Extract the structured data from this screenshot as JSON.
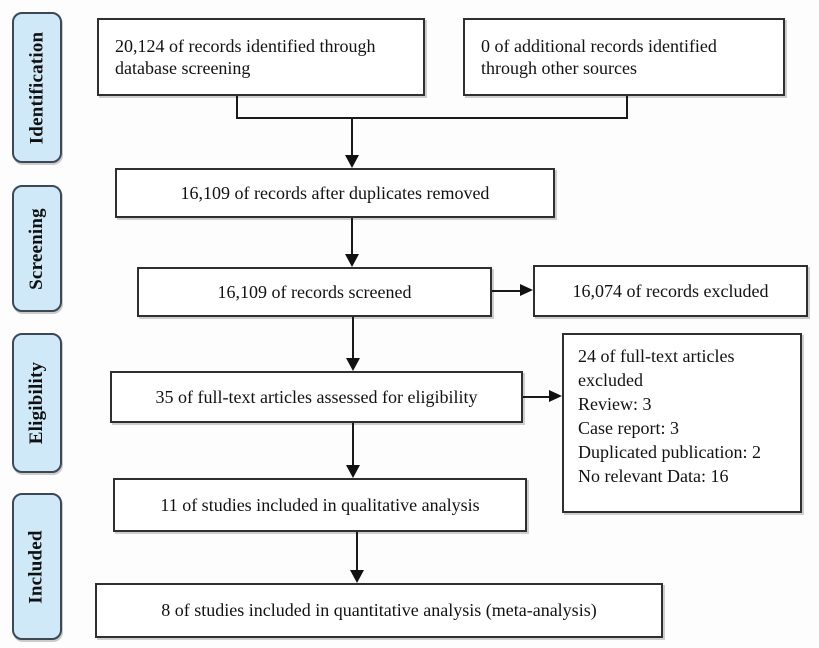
{
  "stages": {
    "identification": "Identification",
    "screening": "Screening",
    "eligibility": "Eligibility",
    "included": "Included"
  },
  "boxes": {
    "identified": "20,124 of records identified through database screening",
    "additional": "0 of additional records identified through other sources",
    "duplicates_removed": "16,109 of records after duplicates removed",
    "screened": "16,109 of records screened",
    "records_excluded": "16,074 of records excluded",
    "assessed": "35 of full-text articles assessed for eligibility",
    "fulltext_excluded": {
      "heading": "24 of full-text articles excluded",
      "reasons": [
        "Review: 3",
        "Case report: 3",
        "Duplicated publication: 2",
        "No relevant Data: 16"
      ]
    },
    "qualitative": "11 of studies included in qualitative analysis",
    "quantitative": "8 of studies included in quantitative analysis (meta-analysis)"
  },
  "colors": {
    "stage_fill": "#cfe9f8",
    "stage_border": "#3d4855",
    "box_fill": "#ffffff",
    "box_border": "#2f2f2f",
    "line": "#1a1a1a",
    "background": "#fdfdfd"
  }
}
